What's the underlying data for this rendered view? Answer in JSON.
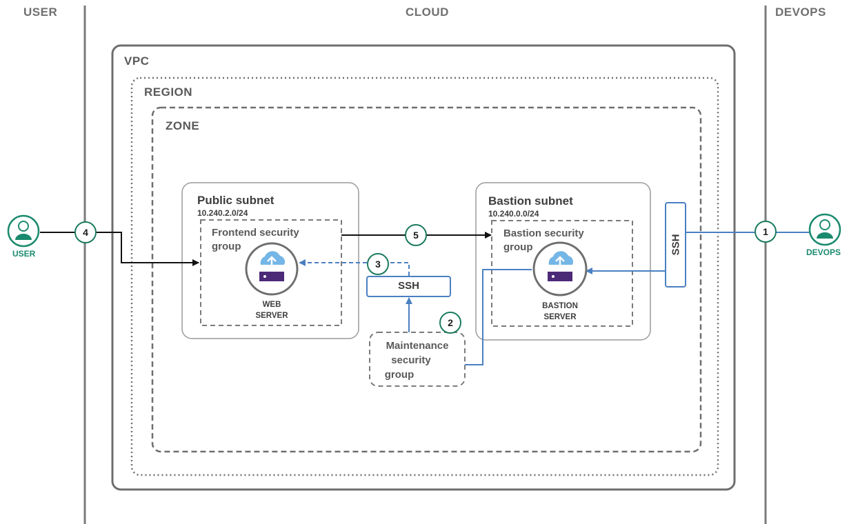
{
  "columns": {
    "user": "USER",
    "cloud": "CLOUD",
    "devops": "DEVOPS"
  },
  "containers": {
    "vpc": "VPC",
    "region": "REGION",
    "zone": "ZONE"
  },
  "public_subnet": {
    "title": "Public subnet",
    "cidr": "10.240.2.0/24",
    "sg_line1": "Frontend security",
    "sg_line2": "group",
    "server_line1": "WEB",
    "server_line2": "SERVER"
  },
  "bastion_subnet": {
    "title": "Bastion subnet",
    "cidr": "10.240.0.0/24",
    "sg_line1": "Bastion security",
    "sg_line2": "group",
    "server_line1": "BASTION",
    "server_line2": "SERVER"
  },
  "maintenance": {
    "line1": "Maintenance",
    "line2": "security",
    "line3": "group"
  },
  "ssh": {
    "middle": "SSH",
    "vertical": "SSH"
  },
  "personas": {
    "user": "USER",
    "devops": "DEVOPS"
  },
  "steps": [
    "1",
    "2",
    "3",
    "4",
    "5"
  ],
  "colors": {
    "step_ring": "#1a7a5e",
    "persona": "#1a8a6e",
    "ssh_blue": "#4a7fc1",
    "cloud_icon": "#74b6e6",
    "server_purple": "#4b2a78"
  }
}
